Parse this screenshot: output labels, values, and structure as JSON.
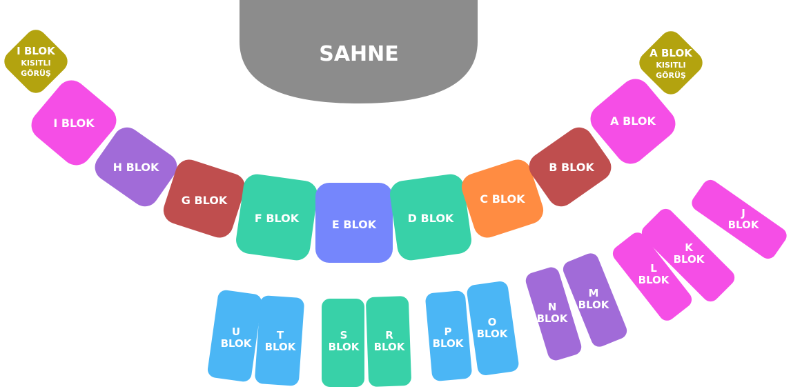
{
  "stage": {
    "label": "SAHNE",
    "color": "#8c8c8c"
  },
  "colors": {
    "restricted": "#b3a30f",
    "magenta": "#f54ee6",
    "purple": "#a16bd8",
    "red": "#bf4e4e",
    "green": "#38d1a8",
    "blue": "#7586fc",
    "orange": "#ff8c42",
    "sky": "#4bb6f5",
    "text": "#ffffff"
  },
  "blocks": {
    "i_restricted": {
      "title": "I BLOK",
      "l1": "KISITLI",
      "l2": "GÖRÜŞ"
    },
    "a_restricted": {
      "title": "A BLOK",
      "l1": "KISITLI",
      "l2": "GÖRÜŞ"
    },
    "i": {
      "label": "I BLOK"
    },
    "h": {
      "label": "H BLOK"
    },
    "g": {
      "label": "G BLOK"
    },
    "f": {
      "label": "F BLOK"
    },
    "e": {
      "label": "E BLOK"
    },
    "d": {
      "label": "D BLOK"
    },
    "c": {
      "label": "C BLOK"
    },
    "b": {
      "label": "B BLOK"
    },
    "a": {
      "label": "A BLOK"
    },
    "j": {
      "l1": "J",
      "l2": "BLOK"
    },
    "k": {
      "l1": "K",
      "l2": "BLOK"
    },
    "l": {
      "l1": "L",
      "l2": "BLOK"
    },
    "m": {
      "l1": "M",
      "l2": "BLOK"
    },
    "n": {
      "l1": "N",
      "l2": "BLOK"
    },
    "o": {
      "l1": "O",
      "l2": "BLOK"
    },
    "p": {
      "l1": "P",
      "l2": "BLOK"
    },
    "r": {
      "l1": "R",
      "l2": "BLOK"
    },
    "s": {
      "l1": "S",
      "l2": "BLOK"
    },
    "t": {
      "l1": "T",
      "l2": "BLOK"
    },
    "u": {
      "l1": "U",
      "l2": "BLOK"
    }
  }
}
